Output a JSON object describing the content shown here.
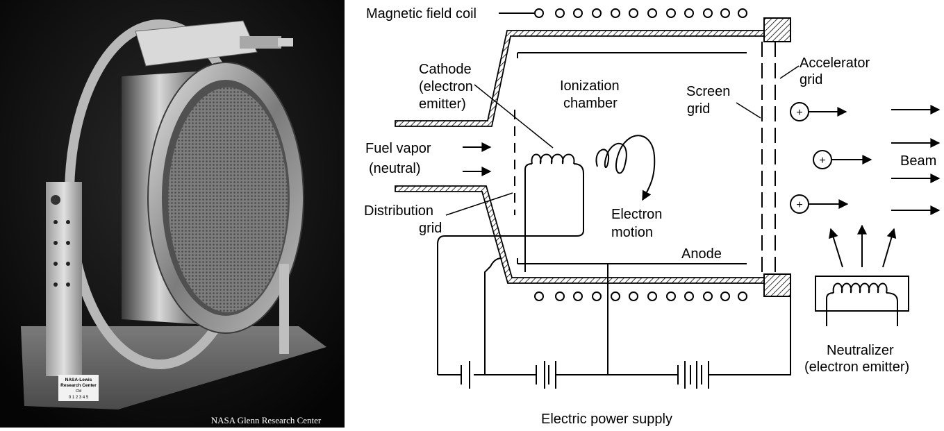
{
  "photo": {
    "credit": "NASA Glenn Research Center",
    "tag_line1": "NASA-Lewis",
    "tag_line2": "Research Center",
    "tag_line3": "CM",
    "tag_scale": "0 1 2 3 4 5"
  },
  "diagram": {
    "labels": {
      "magnetic_field_coil": "Magnetic field coil",
      "cathode_1": "Cathode",
      "cathode_2": "(electron",
      "cathode_3": "emitter)",
      "ionization_1": "Ionization",
      "ionization_2": "chamber",
      "screen_1": "Screen",
      "screen_2": "grid",
      "accelerator_1": "Accelerator",
      "accelerator_2": "grid",
      "fuel_1": "Fuel vapor",
      "fuel_2": "(neutral)",
      "distribution_1": "Distribution",
      "distribution_2": "grid",
      "electron_motion_1": "Electron",
      "electron_motion_2": "motion",
      "anode": "Anode",
      "beam": "Beam",
      "neutralizer_1": "Neutralizer",
      "neutralizer_2": "(electron emitter)",
      "power_supply": "Electric power supply"
    },
    "ion_symbol": "+"
  }
}
